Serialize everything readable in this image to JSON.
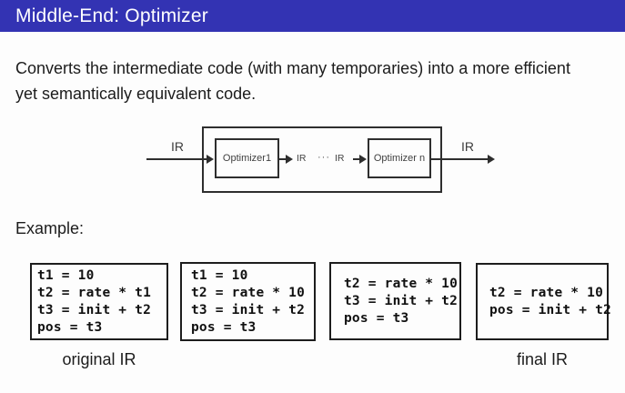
{
  "colors": {
    "title_bar_bg": "#3333B3",
    "diagram_stroke": "#2e2e2e"
  },
  "title_bar": {
    "title": "Middle-End: Optimizer"
  },
  "intro": {
    "text": "Converts the intermediate code (with many temporaries) into a more efficient yet semantically equivalent code."
  },
  "diagram": {
    "input_label": "IR",
    "stage1_label": "Optimizer1",
    "mid_left_label": "IR",
    "ellipsis": "···",
    "mid_right_label": "IR",
    "stage_n_label": "Optimizer n",
    "output_label": "IR"
  },
  "example": {
    "heading": "Example:",
    "ir_boxes": [
      {
        "code": "t1 = 10\nt2 = rate * t1\nt3 = init + t2\npos = t3"
      },
      {
        "code": "t1 = 10\nt2 = rate * 10\nt3 = init + t2\npos = t3"
      },
      {
        "code": "t2 = rate * 10\nt3 = init + t2\npos = t3"
      },
      {
        "code": "t2 = rate * 10\npos = init + t2"
      }
    ],
    "original_label": "original IR",
    "final_label": "final IR"
  }
}
